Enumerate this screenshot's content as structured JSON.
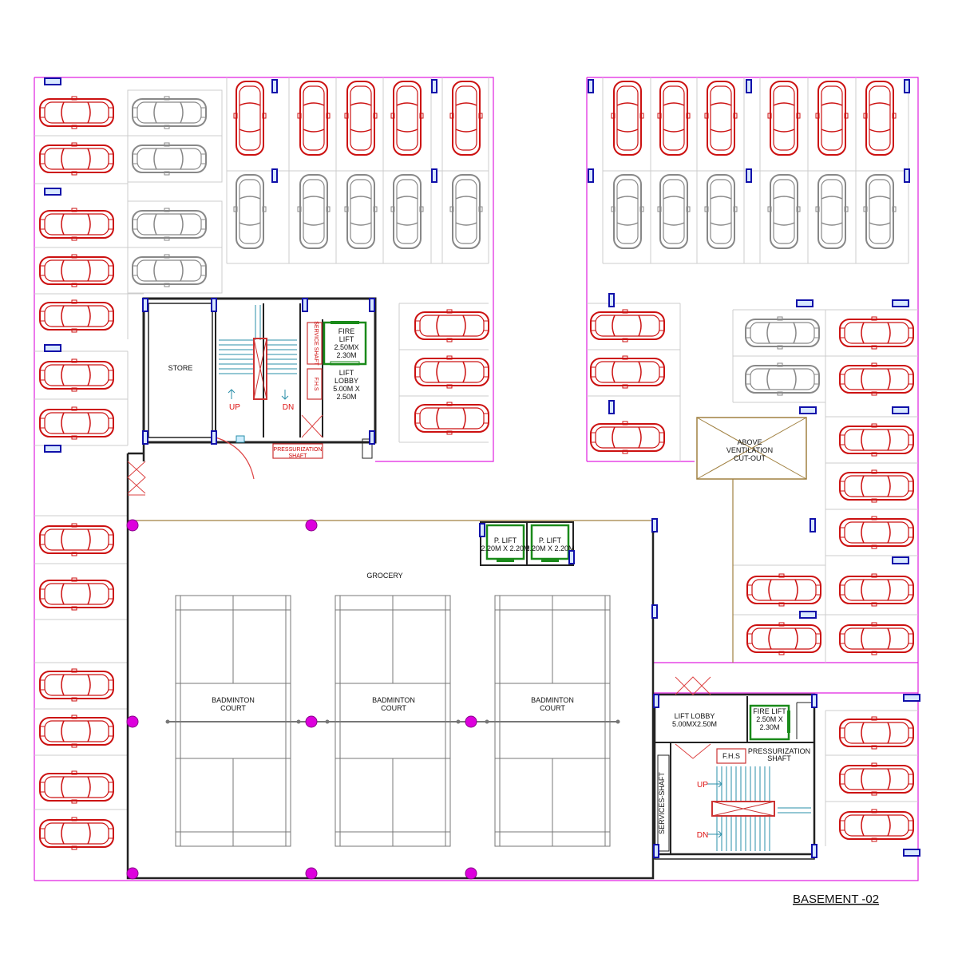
{
  "drawing": {
    "title": "BASEMENT -02"
  },
  "rooms": {
    "store": "STORE",
    "fire_lift_1": [
      "FIRE",
      "LIFT",
      "2.50MX",
      "2.30M"
    ],
    "lift_lobby_1": [
      "LIFT",
      "LOBBY",
      "5.00M X",
      "2.50M"
    ],
    "service_shaft": "SERVICE SHAFT",
    "fhs_1": "F.H.S",
    "pressurization_shaft_1": [
      "PRESSURIZATION",
      "SHAFT"
    ],
    "up_1": "UP",
    "dn_1": "DN",
    "ventilation": [
      "ABOVE",
      "VENTILATION",
      "CUT-OUT"
    ],
    "p_lift_a": [
      "P. LIFT",
      "2.20M X 2.20M"
    ],
    "p_lift_b": [
      "P. LIFT",
      "2.20M X 2.20M"
    ],
    "grocery": "GROCERY",
    "badminton": [
      "BADMINTON",
      "COURT"
    ],
    "lift_lobby_2": [
      "LIFT LOBBY",
      "5.00MX2.50M"
    ],
    "fire_lift_2": [
      "FIRE LIFT",
      "2.50M X",
      "2.30M"
    ],
    "fhs_2": "F.H.S",
    "pressurization_shaft_2": [
      "PRESSURIZATION",
      "SHAFT"
    ],
    "services_shaft": "SERVICES-SHAFT",
    "up_2": "UP",
    "dn_2": "DN"
  },
  "colors": {
    "boundary": "#e020e0",
    "car_red": "#cc1111",
    "car_grey": "#888888",
    "wall": "#222222",
    "stair": "#2a8fa8",
    "lift": "#1a8a1a",
    "column": "#dd00dd",
    "court_line": "#777777"
  }
}
